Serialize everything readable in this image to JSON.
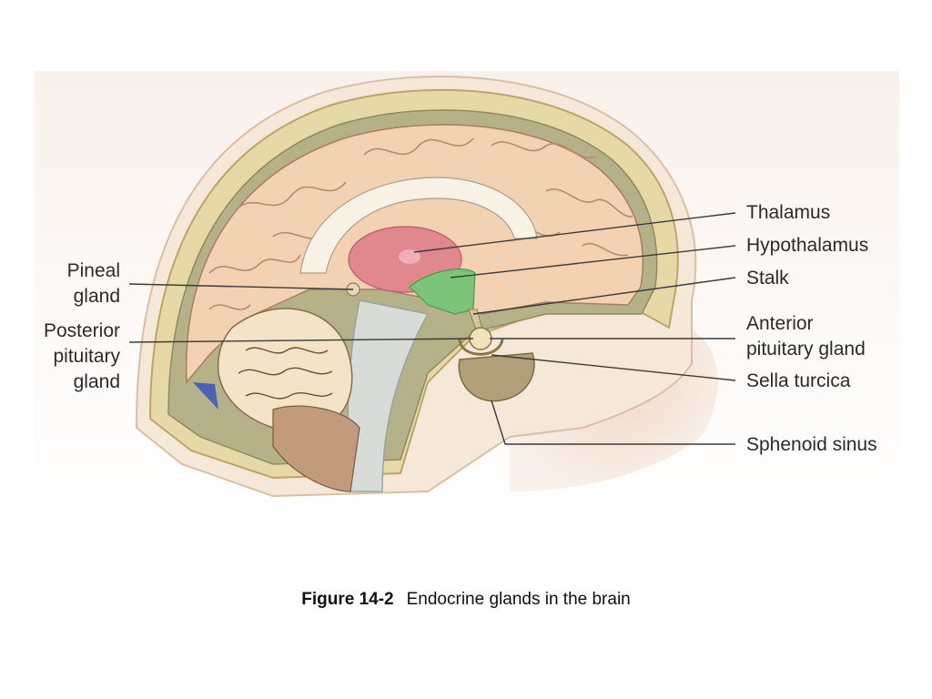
{
  "labels": {
    "thalamus": "Thalamus",
    "hypothalamus": "Hypothalamus",
    "stalk": "Stalk",
    "anterior_line1": "Anterior",
    "anterior_line2": "pituitary gland",
    "sella_turcica": "Sella turcica",
    "sphenoid_sinus": "Sphenoid sinus",
    "pineal_line1": "Pineal",
    "pineal_line2": "gland",
    "posterior_line1": "Posterior",
    "posterior_line2": "pituitary",
    "posterior_line3": "gland"
  },
  "caption": {
    "figure_number": "Figure 14-2",
    "text": "Endocrine glands in the brain"
  },
  "colors": {
    "thalamus": "#e0888e",
    "hypothalamus": "#7cc47a",
    "brain": "#f2d2b2",
    "skull": "#e7d9a6",
    "cerebellum": "#f3e4c8"
  }
}
